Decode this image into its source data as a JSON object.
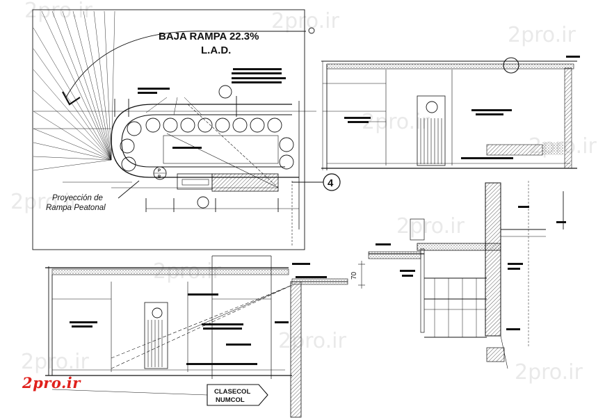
{
  "watermark": "2pro.ir",
  "brand_label": "2pro.ir",
  "plan": {
    "title_line1": "BAJA RAMPA 22.3%",
    "title_line2": "L.A.D.",
    "label_projection_line1": "Proyección de",
    "label_projection_line2": "Rampa Peatonal",
    "section_marker": "4",
    "room_mark_top": "P",
    "room_mark_bottom": "B"
  },
  "section_bottom": {
    "label_box_line1": "CLASECOL",
    "label_box_line2": "NUMCOL",
    "dimension_label": "70"
  },
  "colors": {
    "line": "#111111",
    "hatch": "#333333",
    "brand": "#e0201c",
    "watermark": "#d8d8d8"
  }
}
